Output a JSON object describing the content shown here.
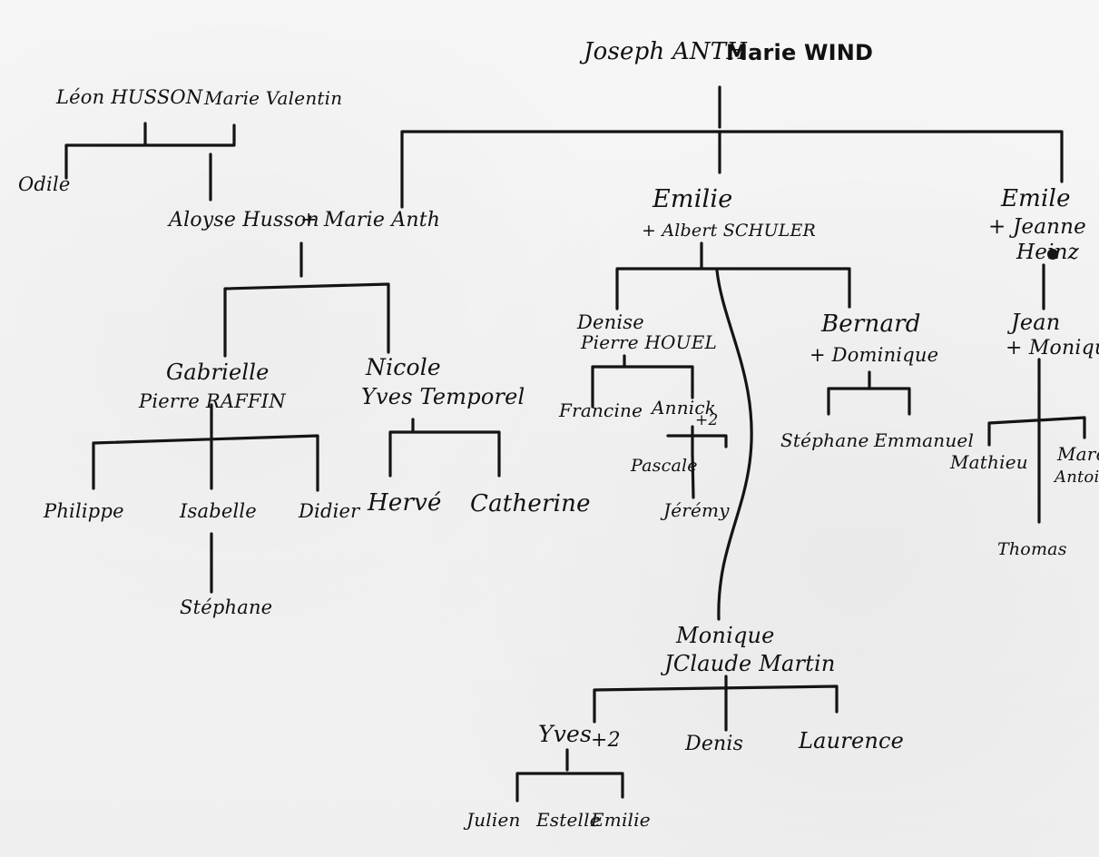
{
  "root": {
    "name": "Joseph ANTH",
    "spouse": "Marie WIND"
  },
  "husson": {
    "father": "Léon HUSSON",
    "mother": "Marie Valentin",
    "child": "Odile"
  },
  "branch_marie": {
    "couple_1": "Aloyse Husson",
    "couple_2": "+ Marie Anth",
    "gabrielle": "Gabrielle",
    "gabrielle_spouse": "Pierre RAFFIN",
    "nicole": "Nicole",
    "nicole_spouse": "Yves Temporel",
    "children_gabrielle": [
      "Philippe",
      "Isabelle",
      "Didier"
    ],
    "grandchild_isabelle": "Stéphane",
    "children_nicole": [
      "Hervé",
      "Catherine"
    ]
  },
  "branch_emilie": {
    "name": "Emilie",
    "spouse": "+ Albert SCHULER",
    "denise": "Denise",
    "denise_spouse": "Pierre HOUEL",
    "francine": "Francine",
    "annick": "Annick",
    "annick_note": "+2",
    "pascale": "Pascale",
    "jeremy": "Jérémy",
    "bernard": "Bernard",
    "bernard_spouse": "+ Dominique",
    "stephane_b": "Stéphane",
    "emmanuel": "Emmanuel",
    "monique": "Monique",
    "monique_spouse": "JClaude Martin",
    "yves": "Yves",
    "yves_note": "+2",
    "denis": "Denis",
    "laurence": "Laurence",
    "grandchildren_yves": [
      "Julien",
      "Estelle",
      "Emilie"
    ]
  },
  "branch_emile": {
    "name": "Emile",
    "spouse_1": "+ Jeanne",
    "spouse_2": "Heinz",
    "jean": "Jean",
    "jean_spouse": "+ Monique",
    "mathieu": "Mathieu",
    "marc_1": "Marc",
    "marc_2": "Antoine",
    "thomas": "Thomas"
  }
}
